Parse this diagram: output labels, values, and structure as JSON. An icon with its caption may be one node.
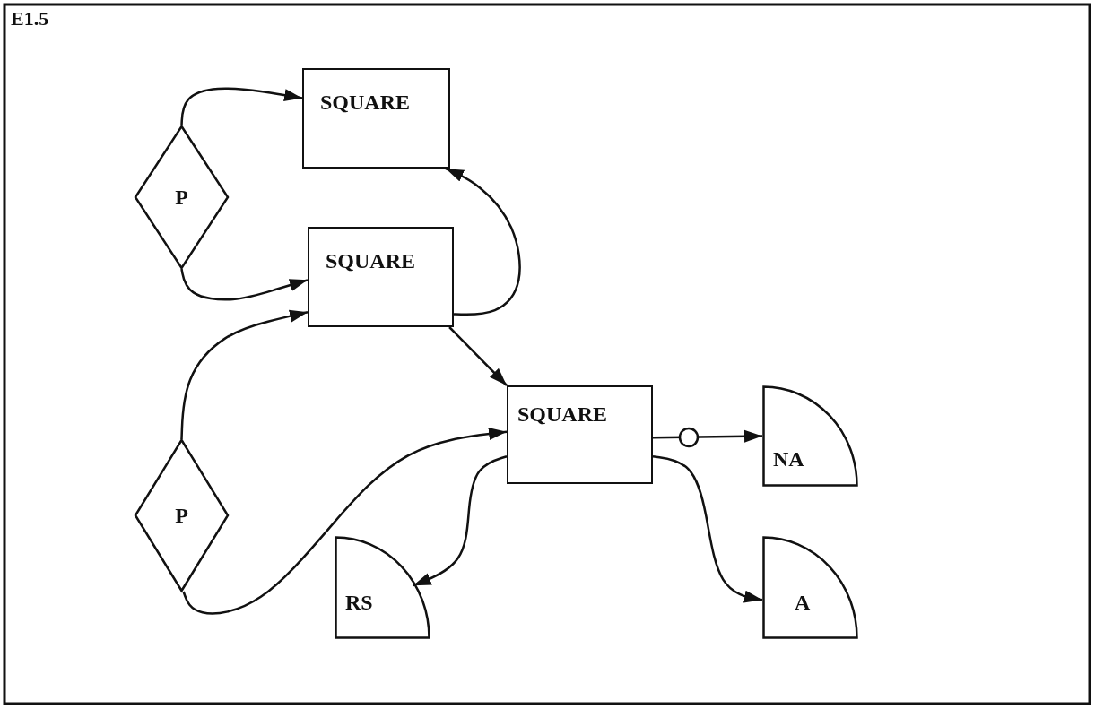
{
  "diagram": {
    "nodes": [
      {
        "text": [
          "SQUARE"
        ]
      },
      {
        "text": [
          "P"
        ]
      },
      {
        "text": [
          "SQUARE"
        ]
      },
      {
        "text": [
          "P"
        ]
      },
      {
        "text": [
          "SQUARE"
        ]
      },
      {
        "text": [
          "NA"
        ]
      },
      {
        "text": [
          "RS"
        ]
      },
      {
        "text": [
          "A"
        ]
      }
    ],
    "edges": [
      {
        "from": 1,
        "to": 0,
        "arrow": "to"
      },
      {
        "from": 1,
        "to": 2,
        "arrow": "to"
      },
      {
        "from": 2,
        "to": 0,
        "arrow": "to"
      },
      {
        "from": 2,
        "to": 4,
        "arrow": "to"
      },
      {
        "from": 3,
        "to": 2,
        "arrow": "to"
      },
      {
        "from": 3,
        "to": 4,
        "arrow": "to"
      },
      {
        "from": 4,
        "to": 5,
        "arrow": "to"
      },
      {
        "from": 4,
        "to": 6,
        "arrow": "to"
      },
      {
        "from": 4,
        "to": 7,
        "arrow": "to"
      }
    ],
    "labels": [
      "E1.5"
    ]
  }
}
